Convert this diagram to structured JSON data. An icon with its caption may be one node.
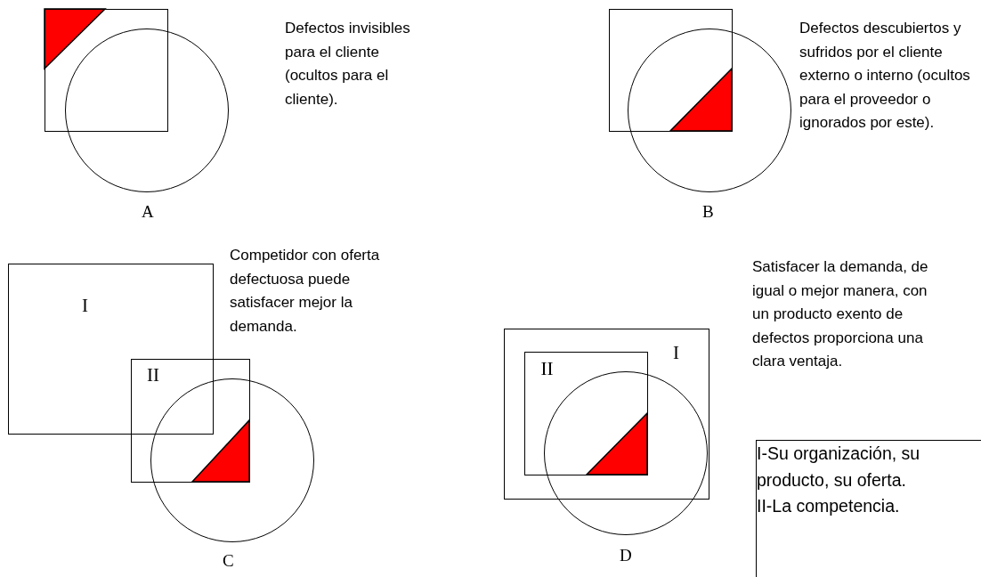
{
  "diagram": {
    "nodes": [
      {
        "text": [],
        "shape": "box"
      },
      {
        "text": [],
        "shape": "circle"
      },
      {
        "text": [],
        "shape": "box"
      },
      {
        "text": [],
        "shape": "circle"
      },
      {
        "text": [
          "I"
        ]
      },
      {
        "text": [
          "II"
        ]
      },
      {
        "text": [],
        "shape": "circle"
      },
      {
        "text": [
          "I"
        ]
      },
      {
        "text": [
          "II"
        ],
        "in": 7
      },
      {
        "text": [],
        "shape": "circle"
      },
      {
        "text": [
          "I-Su organización, su producto, su oferta.",
          "II-La competencia."
        ]
      }
    ],
    "edges": [],
    "labels": [
      "Defectos invisibles para el cliente (ocultos para el cliente).",
      "Defectos descubiertos y sufridos por el cliente externo o interno (ocultos para el proveedor o ignorados por este).",
      "A",
      "B",
      "Competidor con oferta defectuosa puede satisfacer mejor la demanda.",
      "Satisfacer la demanda, de igual o mejor manera, con un producto exento de defectos proporciona una clara ventaja.",
      "C",
      "D"
    ]
  }
}
